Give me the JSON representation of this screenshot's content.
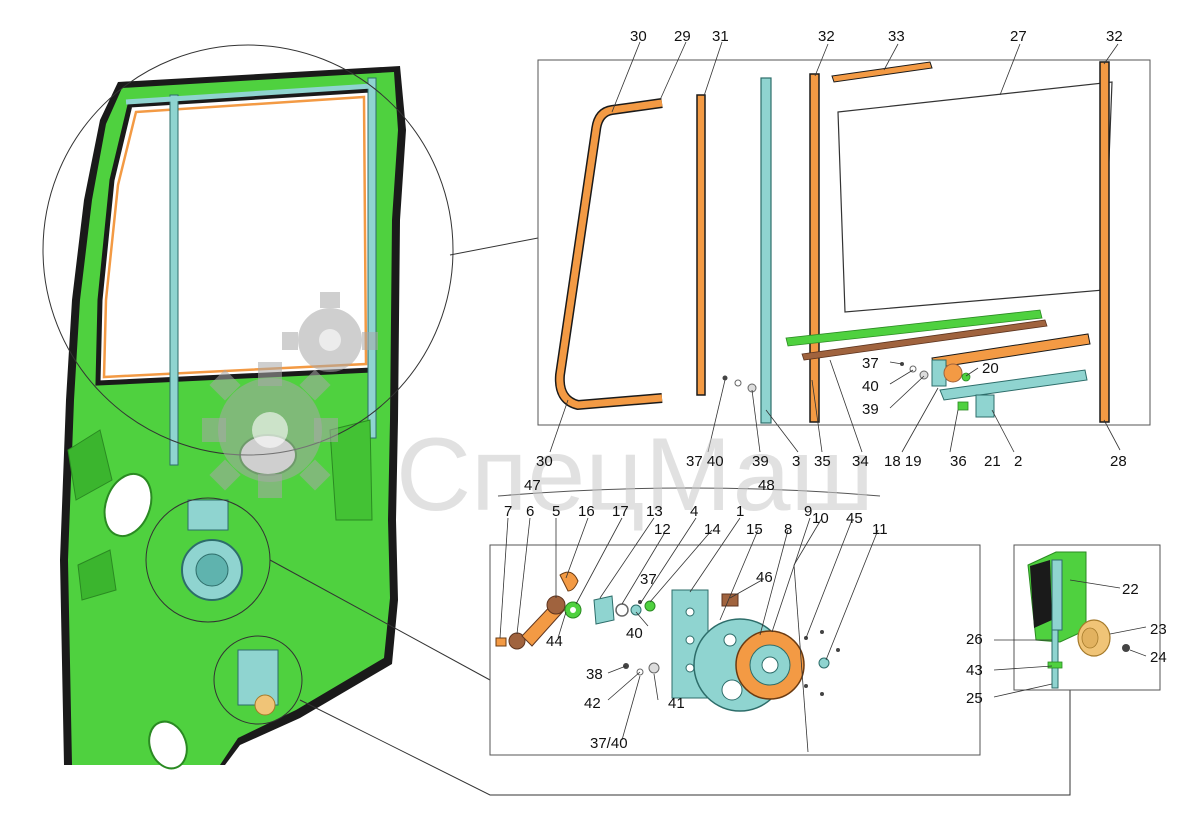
{
  "watermark": {
    "text": "СпецМаш",
    "icon": "gear-icon"
  },
  "colors": {
    "door_green": "#4fd13f",
    "seal_orange": "#f39a44",
    "guide_cyan": "#8fd4d0",
    "frame": "#555555"
  },
  "labels": {
    "n1": "1",
    "n2": "2",
    "n3": "3",
    "n4": "4",
    "n5": "5",
    "n6": "6",
    "n7": "7",
    "n8": "8",
    "n9": "9",
    "n10": "10",
    "n11": "11",
    "n12": "12",
    "n13": "13",
    "n14": "14",
    "n15": "15",
    "n16": "16",
    "n17": "17",
    "n18_19": "18 19",
    "n20": "20",
    "n21": "21",
    "n22": "22",
    "n23": "23",
    "n24": "24",
    "n25": "25",
    "n26": "26",
    "n27": "27",
    "n28": "28",
    "n29": "29",
    "n30a": "30",
    "n30b": "30",
    "n31": "31",
    "n32a": "32",
    "n32b": "32",
    "n33": "33",
    "n34": "34",
    "n35": "35",
    "n36": "36",
    "n37a": "37",
    "n37b": "37",
    "n37_40a": "37 40",
    "n37_40b": "37/40",
    "n38": "38",
    "n39a": "39",
    "n39b": "39",
    "n40a": "40",
    "n40b": "40",
    "n41": "41",
    "n42": "42",
    "n43": "43",
    "n44": "44",
    "n45": "45",
    "n46": "46",
    "n47": "47",
    "n48": "48"
  }
}
